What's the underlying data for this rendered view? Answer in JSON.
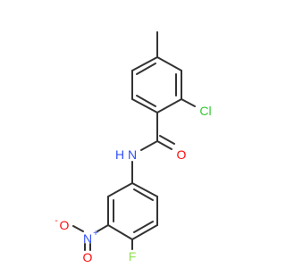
{
  "atom_labels": {
    "chlorine": "Cl",
    "carbonyl_oxygen": "O",
    "amide_nitrogen": "N",
    "amide_hydrogen": "H",
    "nitro_nitrogen": "N",
    "nitro_plus": "+",
    "nitro_oxygen_top": "O",
    "nitro_oxygen_bottom": "O",
    "nitro_minus": "-",
    "fluorine": "F"
  },
  "colors": {
    "bond": "#333333",
    "chlorine": "#33cc33",
    "oxygen": "#ff0d0d",
    "nitrogen": "#3050f8",
    "fluorine": "#90e050"
  }
}
